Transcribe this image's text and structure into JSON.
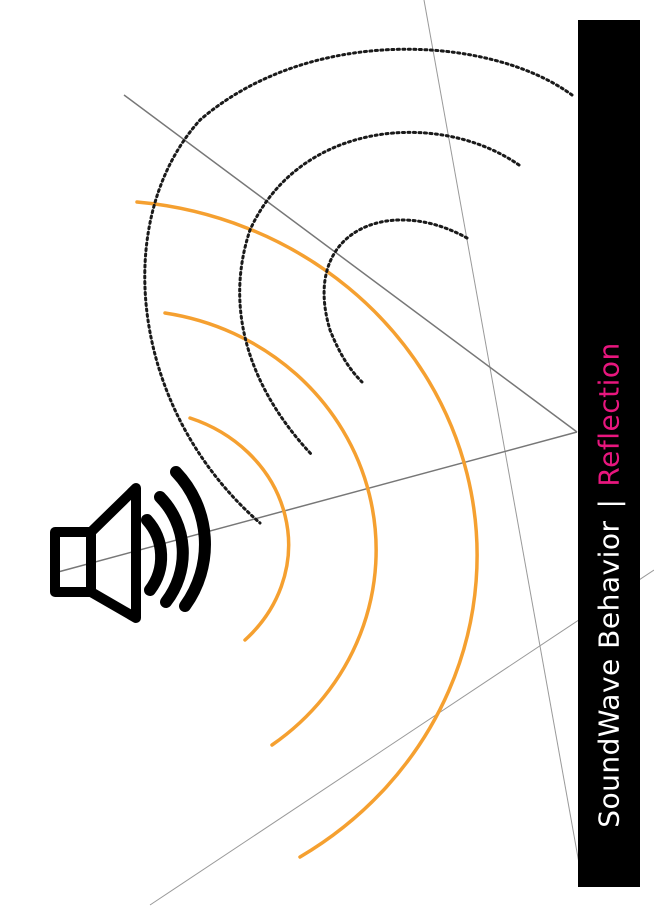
{
  "title": {
    "main": "SoundWave Behavior",
    "separator": "|",
    "highlight": "Reflection"
  },
  "colors": {
    "background": "#ffffff",
    "title_bar": "#000000",
    "title_text": "#ffffff",
    "highlight": "#e8167e",
    "incident_wave": "#f5a030",
    "reflected_wave": "#1a1a1a",
    "ray_line": "#777777",
    "surface_line": "#999999",
    "speaker": "#000000"
  },
  "icons": {
    "source": "speaker-icon"
  },
  "diagram": {
    "incident_wavefronts": 3,
    "reflected_wavefronts": 3,
    "incident_style": "solid",
    "reflected_style": "dotted"
  }
}
